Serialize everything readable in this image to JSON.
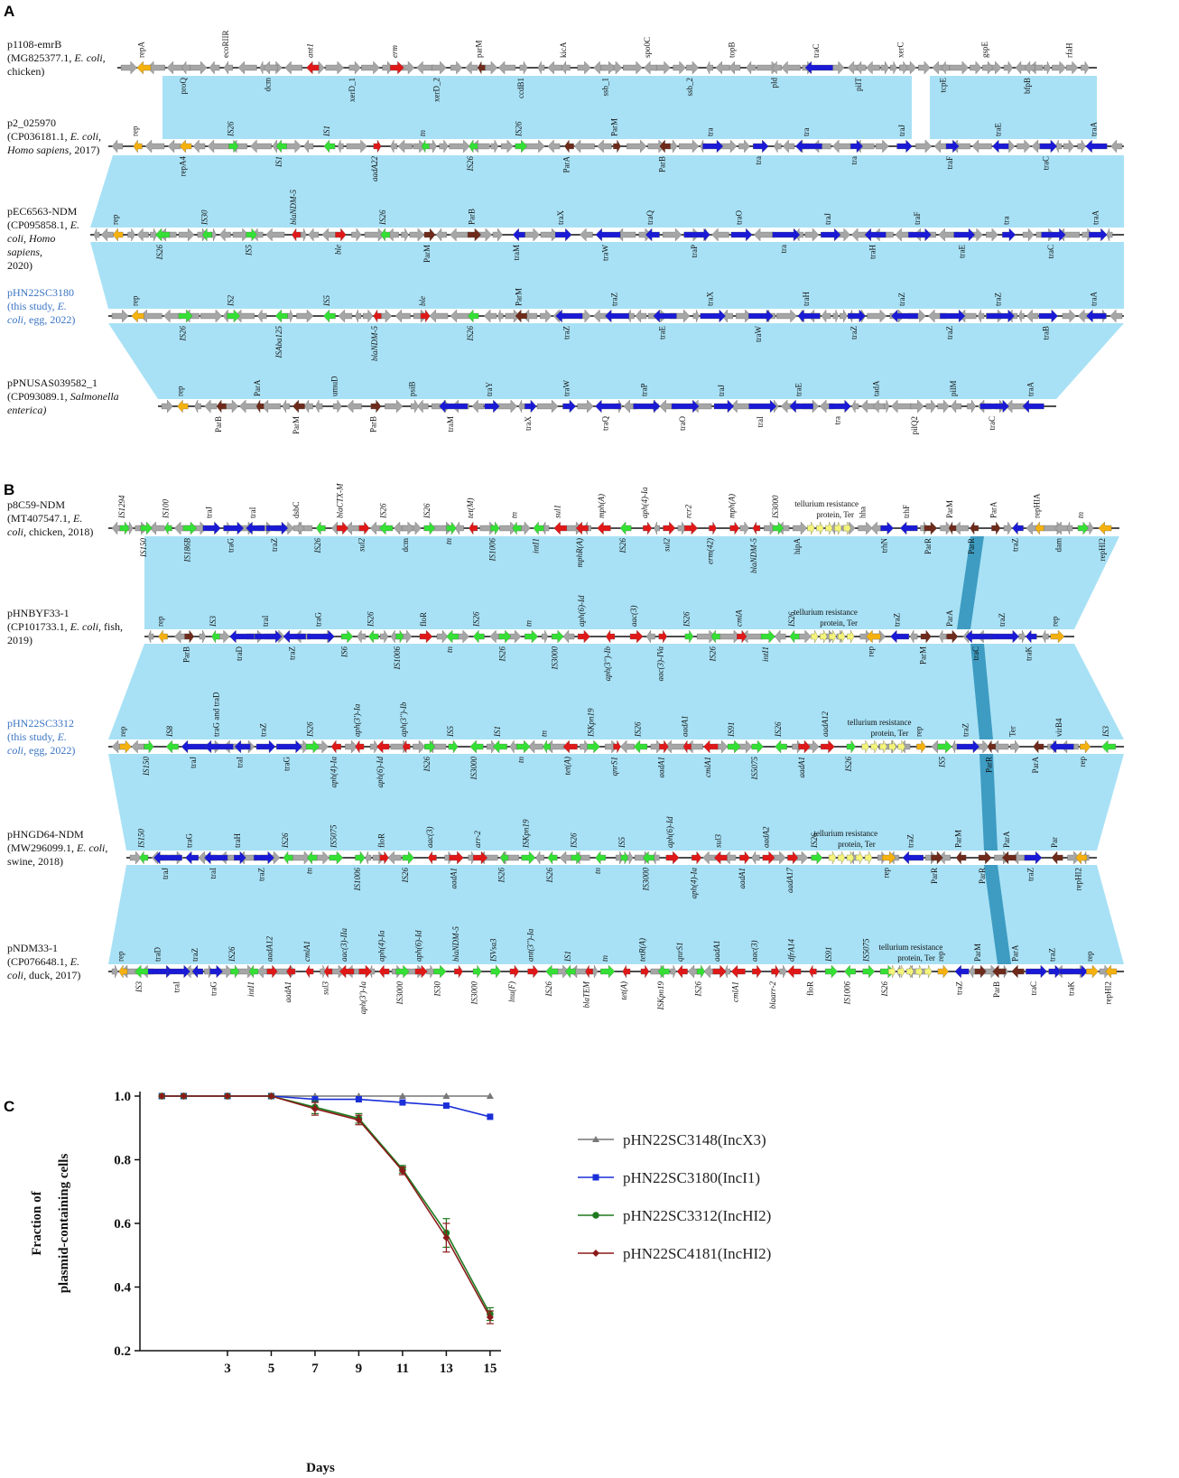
{
  "panels": {
    "a": "A",
    "b": "B",
    "c": "C"
  },
  "colors": {
    "homology": "#a8e1f5",
    "inversion_band": "#2c8fb8",
    "gene_grey": "#a6a6a6",
    "tra": "#1a1ad6",
    "IS_element": "#34e034",
    "resistance": "#e01818",
    "par": "#6e2a1a",
    "rep": "#f5b10e",
    "tellurium": "#f4f47a",
    "is_dark": "#0b5e1e"
  },
  "panel_a": {
    "plasmids": [
      {
        "name": "p1108-emrB",
        "desc": [
          "(MG825377.1, E. coli,",
          "chicken)"
        ],
        "highlight": false,
        "genes": [
          "repA",
          "proQ",
          "ecoRIIR",
          "dcm",
          "ant1",
          "xerD_1",
          "erm",
          "xerD_2",
          "parM",
          "ccdB1",
          "kicA",
          "ssb_1",
          "spo0C",
          "ssb_2",
          "topB",
          "pld",
          "traC",
          "pilT",
          "xerC",
          "tcpE",
          "gspE",
          "bfpB",
          "rfaH"
        ]
      },
      {
        "name": "p2_025970",
        "desc": [
          "(CP036181.1, E. coli,",
          "Homo sapiens, 2017)"
        ],
        "highlight": false,
        "genes": [
          "rep",
          "repA4",
          "IS26",
          "IS1",
          "IS1",
          "aadA22",
          "tn",
          "IS26",
          "IS26",
          "ParA",
          "ParM",
          "ParB",
          "tra",
          "tra",
          "tra",
          "tra",
          "traJ",
          "traF",
          "traE",
          "traC",
          "traA"
        ]
      },
      {
        "name": "pEC6563-NDM",
        "desc": [
          "(CP095858.1, E.",
          "coli, Homo",
          "sapiens,",
          "2020)"
        ],
        "highlight": false,
        "genes": [
          "rep",
          "IS26",
          "IS30",
          "IS5",
          "blaNDM-5",
          "ble",
          "IS26",
          "ParM",
          "ParB",
          "traM",
          "traX",
          "traW",
          "traQ",
          "traP",
          "traO",
          "tra",
          "traJ",
          "traH",
          "traF",
          "traE",
          "tra",
          "traC",
          "traA"
        ]
      },
      {
        "name": "pHN22SC3180",
        "desc": [
          "(this study, E.",
          "coli, egg, 2022)"
        ],
        "highlight": true,
        "genes": [
          "rep",
          "IS26",
          "IS2",
          "ISAba125",
          "IS5",
          "blaNDM-5",
          "ble",
          "IS26",
          "ParM",
          "traZ",
          "traZ",
          "traE",
          "traX",
          "traW",
          "traH",
          "traZ",
          "traZ",
          "traZ",
          "traZ",
          "traB",
          "traA"
        ]
      },
      {
        "name": "pPNUSAS039582_1",
        "desc": [
          "(CP093089.1, Salmonella",
          "enterica)"
        ],
        "highlight": false,
        "genes": [
          "rep",
          "ParB",
          "ParA",
          "ParM",
          "umuD",
          "ParB",
          "psiB",
          "traM",
          "traY",
          "traX",
          "traW",
          "traQ",
          "traP",
          "traO",
          "traJ",
          "traI",
          "traE",
          "tra",
          "tadA",
          "pilQ2",
          "pilM",
          "traC",
          "traA"
        ]
      }
    ]
  },
  "panel_b": {
    "plasmids": [
      {
        "name": "p8C59-NDM",
        "desc": [
          "(MT407547.1, E.",
          "coli, chicken, 2018)"
        ],
        "highlight": false,
        "genes": [
          "IS1294",
          "IS150",
          "IS100",
          "IS186B",
          "traJ",
          "traG",
          "traI",
          "traZ",
          "dsbC",
          "IS26",
          "blaCTX-M",
          "sul2",
          "IS26",
          "dcm",
          "IS26",
          "tn",
          "tet(M)",
          "IS1006",
          "tn",
          "intI1",
          "sul1",
          "mphR(A)",
          "mph(A)",
          "IS26",
          "aph(4)-Ia",
          "sul2",
          "rcr2",
          "erm(42)",
          "mph(A)",
          "blaNDM-5",
          "IS3000",
          "hipA",
          "tellurium resistance",
          "protein, Ter",
          "hha",
          "trhN",
          "trhF",
          "ParR",
          "ParM",
          "ParR",
          "ParA",
          "traZ",
          "repHIA",
          "dam",
          "tn",
          "repHI2"
        ]
      },
      {
        "name": "pHNBYF33-1",
        "desc": [
          "(CP101733.1, E. coli, fish,",
          "2019)"
        ],
        "highlight": false,
        "genes": [
          "rep",
          "ParB",
          "IS3",
          "traD",
          "traI",
          "traZ",
          "traG",
          "IS6",
          "IS26",
          "IS1006",
          "floR",
          "tn",
          "IS26",
          "IS26",
          "tn",
          "IS3000",
          "aph(6)-Id",
          "aph(3'')-Ib",
          "aac(3)",
          "aac(3)-IVa",
          "IS26",
          "IS26",
          "cmlA",
          "intI1",
          "IS26",
          "tellurium resistance",
          "protein, Ter",
          "rep",
          "traZ",
          "ParM",
          "ParA",
          "traC",
          "traZ",
          "traK",
          "rep"
        ]
      },
      {
        "name": "pHN22SC3312",
        "desc": [
          "(this study, E.",
          "coli, egg, 2022)"
        ],
        "highlight": true,
        "genes": [
          "rep",
          "IS150",
          "IS8",
          "traJ",
          "traG and traD",
          "traI",
          "traZ",
          "traG",
          "IS26",
          "aph(4)-Ia",
          "aph(3')-Ia",
          "aph(6)-Id",
          "aph(3'')-Ib",
          "IS26",
          "IS5",
          "IS3000",
          "IS1",
          "tn",
          "tn",
          "tet(A)",
          "ISKpn19",
          "qnrS1",
          "IS26",
          "aadA1",
          "aadA1",
          "cmlA1",
          "IS91",
          "IS5075",
          "IS26",
          "aadA1",
          "aadA12",
          "IS26",
          "tellurium resistance",
          "protein, Ter",
          "rep",
          "IS5",
          "traZ",
          "ParR",
          "Ter",
          "ParA",
          "virB4",
          "rep",
          "IS3"
        ]
      },
      {
        "name": "pHNGD64-NDM",
        "desc": [
          "(MW296099.1, E. coli,",
          "swine, 2018)"
        ],
        "highlight": false,
        "genes": [
          "IS150",
          "traJ",
          "traG",
          "traI",
          "traH",
          "traZ",
          "IS26",
          "tn",
          "IS5075",
          "IS1006",
          "floR",
          "IS26",
          "aac(3)",
          "aadA1",
          "arr-2",
          "IS26",
          "ISKpn19",
          "IS26",
          "IS26",
          "tn",
          "IS5",
          "IS3000",
          "aph(6)-Id",
          "aph(4)-Ia",
          "sul3",
          "aadA1",
          "aadA2",
          "aadA17",
          "IS26",
          "tellurium resistance",
          "protein, Ter",
          "rep",
          "traZ",
          "ParR",
          "ParM",
          "ParR",
          "ParA",
          "traZ",
          "Par",
          "repHI2"
        ]
      },
      {
        "name": "pNDM33-1",
        "desc": [
          "(CP076648.1, E.",
          "coli, duck, 2017)"
        ],
        "highlight": false,
        "genes": [
          "rep",
          "IS3",
          "traD",
          "traI",
          "traZ",
          "traG",
          "IS26",
          "intI1",
          "aadA12",
          "aadA1",
          "cmlA1",
          "sul3",
          "aac(3)-IIa",
          "aph(3')-Ia",
          "aph(4)-Ia",
          "IS3000",
          "aph(6)-Id",
          "IS30",
          "blaNDM-5",
          "IS3000",
          "ISVsa3",
          "lnu(F)",
          "ant(3'')-Ia",
          "IS26",
          "IS1",
          "blaTEM",
          "tn",
          "tet(A)",
          "tetR(A)",
          "ISKpn19",
          "qnrS1",
          "IS26",
          "aadA1",
          "cmlA1",
          "aac(3)",
          "blaarr-2",
          "dfrA14",
          "floR",
          "IS91",
          "IS1006",
          "IS5075",
          "IS26",
          "tellurium resistance",
          "protein, Ter",
          "rep",
          "traZ",
          "ParM",
          "ParB",
          "ParA",
          "traC",
          "traZ",
          "traK",
          "rep",
          "repHI2"
        ]
      }
    ]
  },
  "chart_data": {
    "type": "line",
    "title": "",
    "xlabel": "Days",
    "ylabel": [
      "Fraction of",
      "plasmid-containing cells"
    ],
    "x": [
      0,
      1,
      3,
      5,
      7,
      9,
      11,
      13,
      15
    ],
    "xticks": [
      3,
      5,
      7,
      9,
      11,
      13,
      15
    ],
    "xlim": [
      -1,
      15.5
    ],
    "ylim": [
      0.2,
      1.0
    ],
    "yticks": [
      "0.2",
      "0.4",
      "0.6",
      "0.8",
      "1.0"
    ],
    "legend_position": "right",
    "series": [
      {
        "name": "pHN22SC3148(IncX3)",
        "color": "#777777",
        "marker": "triangle",
        "values": [
          1.0,
          1.0,
          1.0,
          1.0,
          1.0,
          1.0,
          1.0,
          1.0,
          1.0
        ]
      },
      {
        "name": "pHN22SC3180(IncI1)",
        "color": "#1a2fd8",
        "marker": "square",
        "values": [
          1.0,
          1.0,
          1.0,
          1.0,
          0.99,
          0.99,
          0.98,
          0.97,
          0.935
        ]
      },
      {
        "name": "pHN22SC3312(IncHI2)",
        "color": "#1f7a1f",
        "marker": "circle",
        "values": [
          1.0,
          1.0,
          1.0,
          1.0,
          0.965,
          0.93,
          0.77,
          0.57,
          0.315
        ]
      },
      {
        "name": "pHN22SC4181(IncHI2)",
        "color": "#8b1a1a",
        "marker": "diamond",
        "values": [
          1.0,
          1.0,
          1.0,
          1.0,
          0.96,
          0.925,
          0.765,
          0.555,
          0.305
        ]
      }
    ]
  }
}
